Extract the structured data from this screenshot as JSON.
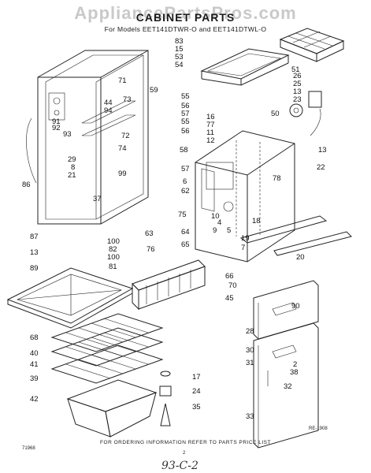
{
  "header": {
    "watermark": "AppliancePartsPros.com",
    "title": "CABINET PARTS",
    "subtitle": "For Models EET141DTWR-O and EET141DTWL-O"
  },
  "callouts": [
    {
      "id": "c83",
      "text": "83"
    },
    {
      "id": "c15",
      "text": "15"
    },
    {
      "id": "c53",
      "text": "53"
    },
    {
      "id": "c54",
      "text": "54"
    },
    {
      "id": "c51",
      "text": "51"
    },
    {
      "id": "c26",
      "text": "26"
    },
    {
      "id": "c25",
      "text": "25"
    },
    {
      "id": "c13a",
      "text": "13"
    },
    {
      "id": "c23",
      "text": "23"
    },
    {
      "id": "c71",
      "text": "71"
    },
    {
      "id": "c44",
      "text": "44"
    },
    {
      "id": "c94",
      "text": "94"
    },
    {
      "id": "c73",
      "text": "73"
    },
    {
      "id": "c59",
      "text": "59"
    },
    {
      "id": "c55a",
      "text": "55"
    },
    {
      "id": "c56a",
      "text": "56"
    },
    {
      "id": "c57",
      "text": "57"
    },
    {
      "id": "c55b",
      "text": "55"
    },
    {
      "id": "c56b",
      "text": "56"
    },
    {
      "id": "c50",
      "text": "50"
    },
    {
      "id": "c91",
      "text": "91"
    },
    {
      "id": "c92",
      "text": "92"
    },
    {
      "id": "c93",
      "text": "93"
    },
    {
      "id": "c72",
      "text": "72"
    },
    {
      "id": "c74",
      "text": "74"
    },
    {
      "id": "c16",
      "text": "16"
    },
    {
      "id": "c77",
      "text": "77"
    },
    {
      "id": "c11",
      "text": "11"
    },
    {
      "id": "c12",
      "text": "12"
    },
    {
      "id": "c13b",
      "text": "13"
    },
    {
      "id": "c22",
      "text": "22"
    },
    {
      "id": "c29",
      "text": "29"
    },
    {
      "id": "c8",
      "text": "8"
    },
    {
      "id": "c21",
      "text": "21"
    },
    {
      "id": "c99",
      "text": "99"
    },
    {
      "id": "c58",
      "text": "58"
    },
    {
      "id": "c57b",
      "text": "57"
    },
    {
      "id": "c6",
      "text": "6"
    },
    {
      "id": "c62",
      "text": "62"
    },
    {
      "id": "c78",
      "text": "78"
    },
    {
      "id": "c86",
      "text": "86"
    },
    {
      "id": "c37",
      "text": "37"
    },
    {
      "id": "c75",
      "text": "75"
    },
    {
      "id": "c10",
      "text": "10"
    },
    {
      "id": "c4",
      "text": "4"
    },
    {
      "id": "c18",
      "text": "18"
    },
    {
      "id": "c9",
      "text": "9"
    },
    {
      "id": "c5",
      "text": "5"
    },
    {
      "id": "c19",
      "text": "19"
    },
    {
      "id": "c7",
      "text": "7"
    },
    {
      "id": "c63",
      "text": "63"
    },
    {
      "id": "c64",
      "text": "64"
    },
    {
      "id": "c65",
      "text": "65"
    },
    {
      "id": "c87",
      "text": "87"
    },
    {
      "id": "c100a",
      "text": "100"
    },
    {
      "id": "c82",
      "text": "82"
    },
    {
      "id": "c76",
      "text": "76"
    },
    {
      "id": "c100b",
      "text": "100"
    },
    {
      "id": "c13c",
      "text": "13"
    },
    {
      "id": "c20",
      "text": "20"
    },
    {
      "id": "c81",
      "text": "81"
    },
    {
      "id": "c89",
      "text": "89"
    },
    {
      "id": "c66",
      "text": "66"
    },
    {
      "id": "c70",
      "text": "70"
    },
    {
      "id": "c45",
      "text": "45"
    },
    {
      "id": "c90",
      "text": "90"
    },
    {
      "id": "c68",
      "text": "68"
    },
    {
      "id": "c28",
      "text": "28"
    },
    {
      "id": "c40",
      "text": "40"
    },
    {
      "id": "c41",
      "text": "41"
    },
    {
      "id": "c30",
      "text": "30"
    },
    {
      "id": "c31",
      "text": "31"
    },
    {
      "id": "c39",
      "text": "39"
    },
    {
      "id": "c2",
      "text": "2"
    },
    {
      "id": "c38",
      "text": "38"
    },
    {
      "id": "c17",
      "text": "17"
    },
    {
      "id": "c42",
      "text": "42"
    },
    {
      "id": "c24",
      "text": "24"
    },
    {
      "id": "c32",
      "text": "32"
    },
    {
      "id": "c35",
      "text": "35"
    },
    {
      "id": "c33",
      "text": "33"
    }
  ],
  "footer": {
    "note": "FOR ORDERING INFORMATION REFER TO PARTS PRICE LIST",
    "code_left": "71968",
    "code_right": "RE-1908",
    "page": "2",
    "handwritten": "93-C-2"
  }
}
